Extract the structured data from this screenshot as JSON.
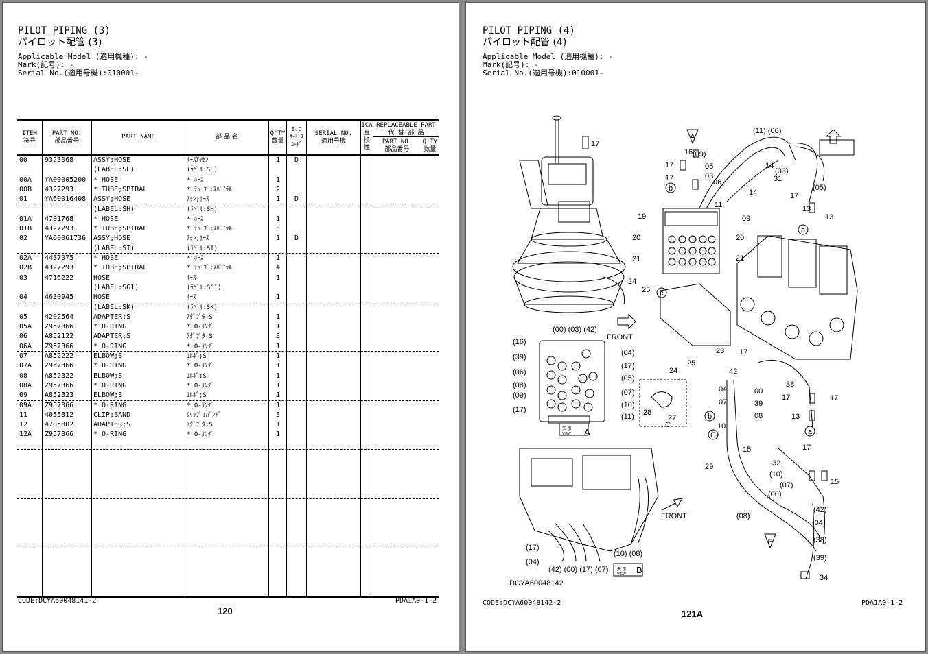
{
  "left": {
    "title_en": "PILOT PIPING (3)",
    "title_jp": "パイロット配管 (3)",
    "applicable": "Applicable Model (適用機種): -",
    "mark": "Mark(記号): -",
    "serial": "Serial No.(適用号機):010001-",
    "headers": {
      "item": "ITEM",
      "item_jp": "符号",
      "partno": "PART NO.",
      "partno_jp": "部品番号",
      "partname": "PART NAME",
      "jpname": "部 品 名",
      "qty": "Q'TY",
      "qty_jp": "数量",
      "sc": "S.C",
      "sc2": "ｻｰﾋﾞｽ",
      "sc3": "ｺｰﾄﾞ",
      "serialno": "SERIAL NO.",
      "serialno_jp": "適用号機",
      "ica1": "ICA",
      "ica2": "互",
      "ica3": "換",
      "ica4": "性",
      "repl": "REPLACEABLE PART",
      "repl_jp": "代 替 部 品",
      "rpart": "PART NO.",
      "rpart_jp": "部品番号",
      "rqty": "Q'TY",
      "rqty_jp": "数量"
    },
    "rows": [
      {
        "item": "00",
        "part": "9323068",
        "name": "ASSY;HOSE",
        "jp": "ﾎｰｽｱｯｾﾝ",
        "qty": "1",
        "sc": "D"
      },
      {
        "item": "",
        "part": "",
        "name": " (LABEL:SL)",
        "jp": "(ﾗﾍﾞﾙ:SL)",
        "qty": "",
        "sc": ""
      },
      {
        "item": "00A",
        "part": "YA00005200",
        "name": "* HOSE",
        "jp": "* ﾎｰｽ",
        "qty": "1",
        "sc": ""
      },
      {
        "item": "00B",
        "part": "4327293",
        "name": "* TUBE;SPIRAL",
        "jp": "* ﾁｭｰﾌﾞ;ｽﾊﾟｲﾗﾙ",
        "qty": "2",
        "sc": ""
      },
      {
        "item": "01",
        "part": "YA60016408",
        "name": "ASSY;HOSE",
        "jp": "ｱｯｼ;ﾎｰｽ",
        "qty": "1",
        "sc": "D"
      },
      {
        "item": "",
        "part": "",
        "name": " (LABEL:SH)",
        "jp": "(ﾗﾍﾞﾙ:SH)",
        "qty": "",
        "sc": ""
      },
      {
        "item": "01A",
        "part": "4701768",
        "name": "* HOSE",
        "jp": "* ﾎｰｽ",
        "qty": "1",
        "sc": ""
      },
      {
        "item": "01B",
        "part": "4327293",
        "name": "* TUBE;SPIRAL",
        "jp": "* ﾁｭｰﾌﾞ;ｽﾊﾟｲﾗﾙ",
        "qty": "3",
        "sc": ""
      },
      {
        "item": "02",
        "part": "YA60061736",
        "name": "ASSY;HOSE",
        "jp": "ｱｯｼ;ﾎｰｽ",
        "qty": "1",
        "sc": "D"
      },
      {
        "item": "",
        "part": "",
        "name": " (LABEL:SI)",
        "jp": "(ﾗﾍﾞﾙ:SI)",
        "qty": "",
        "sc": ""
      },
      {
        "item": "02A",
        "part": "4437075",
        "name": "* HOSE",
        "jp": "* ﾎｰｽ",
        "qty": "1",
        "sc": ""
      },
      {
        "item": "02B",
        "part": "4327293",
        "name": "* TUBE;SPIRAL",
        "jp": "* ﾁｭｰﾌﾞ;ｽﾊﾟｲﾗﾙ",
        "qty": "4",
        "sc": ""
      },
      {
        "item": "03",
        "part": "4716222",
        "name": "HOSE",
        "jp": "ﾎｰｽ",
        "qty": "1",
        "sc": ""
      },
      {
        "item": "",
        "part": "",
        "name": " (LABEL:SG1)",
        "jp": "(ﾗﾍﾞﾙ:SG1)",
        "qty": "",
        "sc": ""
      },
      {
        "item": "04",
        "part": "4630945",
        "name": "HOSE",
        "jp": "ﾎｰｽ",
        "qty": "1",
        "sc": ""
      },
      {
        "item": "",
        "part": "",
        "name": " (LABEL:SK)",
        "jp": "(ﾗﾍﾞﾙ:SK)",
        "qty": "",
        "sc": ""
      },
      {
        "item": "05",
        "part": "4202564",
        "name": "ADAPTER;S",
        "jp": "ｱﾀﾞﾌﾟﾀ;S",
        "qty": "1",
        "sc": ""
      },
      {
        "item": "05A",
        "part": "Z957366",
        "name": "* O-RING",
        "jp": "* O-ﾘﾝｸﾞ",
        "qty": "1",
        "sc": ""
      },
      {
        "item": "06",
        "part": "A852122",
        "name": "ADAPTER;S",
        "jp": "ｱﾀﾞﾌﾟﾀ;S",
        "qty": "3",
        "sc": ""
      },
      {
        "item": "06A",
        "part": "Z957366",
        "name": "* O-RING",
        "jp": "* O-ﾘﾝｸﾞ",
        "qty": "1",
        "sc": ""
      },
      {
        "item": "07",
        "part": "A852222",
        "name": "ELBOW;S",
        "jp": "ｴﾙﾎﾞ;S",
        "qty": "1",
        "sc": ""
      },
      {
        "item": "07A",
        "part": "Z957366",
        "name": "* O-RING",
        "jp": "* O-ﾘﾝｸﾞ",
        "qty": "1",
        "sc": ""
      },
      {
        "item": "08",
        "part": "A852322",
        "name": "ELBOW;S",
        "jp": "ｴﾙﾎﾞ;S",
        "qty": "1",
        "sc": ""
      },
      {
        "item": "08A",
        "part": "Z957366",
        "name": "* O-RING",
        "jp": "* O-ﾘﾝｸﾞ",
        "qty": "1",
        "sc": ""
      },
      {
        "item": "09",
        "part": "A852323",
        "name": "ELBOW;S",
        "jp": "ｴﾙﾎﾞ;S",
        "qty": "1",
        "sc": ""
      },
      {
        "item": "09A",
        "part": "Z957366",
        "name": "* O-RING",
        "jp": "* O-ﾘﾝｸﾞ",
        "qty": "1",
        "sc": ""
      },
      {
        "item": "11",
        "part": "4055312",
        "name": "CLIP;BAND",
        "jp": "ｸﾘｯﾌﾟ;ﾊﾞﾝﾄﾞ",
        "qty": "3",
        "sc": ""
      },
      {
        "item": "12",
        "part": "4705802",
        "name": "ADAPTER;S",
        "jp": "ｱﾀﾞﾌﾟﾀ;S",
        "qty": "1",
        "sc": ""
      },
      {
        "item": "12A",
        "part": "Z957366",
        "name": "* O-RING",
        "jp": "* O-ﾘﾝｸﾞ",
        "qty": "1",
        "sc": ""
      }
    ],
    "code": "CODE:DCYA60048141-2",
    "ref": "PDA1A0-1-2",
    "page": "120"
  },
  "right": {
    "title_en": "PILOT PIPING (4)",
    "title_jp": "パイロット配管 (4)",
    "applicable": "Applicable Model (適用機種): -",
    "mark": "Mark(記号): -",
    "serial": "Serial No.(適用号機):010001-",
    "labels": {
      "front": "FRONT",
      "view_a": "A",
      "view_b": "B",
      "yaji": "矢 示",
      "view": "VIEW",
      "a": "a",
      "b": "b",
      "c": "c",
      "C": "C",
      "A": "A",
      "B": "B",
      "drawing": "DCYA60048142"
    },
    "code": "CODE:DCYA60048142-2",
    "ref": "PDA1A0-1-2",
    "page": "121A"
  }
}
